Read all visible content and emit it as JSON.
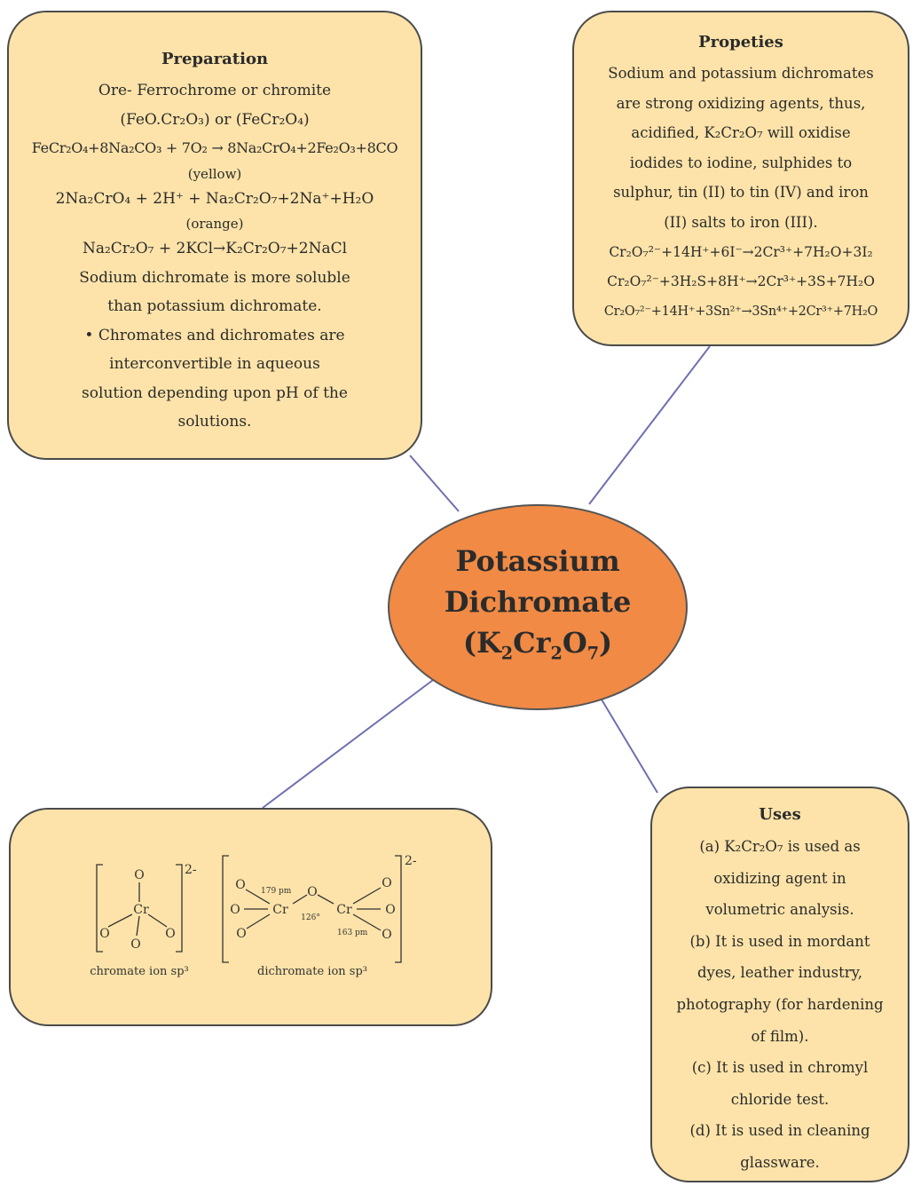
{
  "center": {
    "line1": "Potassium",
    "line2": "Dichromate",
    "formula_open": "(K",
    "formula_k_sub": "2",
    "formula_cr": "Cr",
    "formula_cr_sub": "2",
    "formula_o": "O",
    "formula_o_sub": "7",
    "formula_close": ")"
  },
  "preparation": {
    "title": "Preparation",
    "lines": [
      "Ore- Ferrochrome or chromite",
      "(FeO.Cr₂O₃) or (FeCr₂O₄)",
      "FeCr₂O₄+8Na₂CO₃ + 7O₂ → 8Na₂CrO₄+2Fe₂O₃+8CO",
      "(yellow)",
      "2Na₂CrO₄ + 2H⁺ + Na₂Cr₂O₇+2Na⁺+H₂O",
      "(orange)",
      "Na₂Cr₂O₇ + 2KCl→K₂Cr₂O₇+2NaCl",
      "Sodium dichromate is more soluble",
      "than potassium dichromate.",
      "• Chromates and dichromates are",
      "interconvertible in aqueous",
      "solution depending upon pH of the",
      "solutions."
    ]
  },
  "properties": {
    "title": "Propeties",
    "lines": [
      "Sodium and potassium dichromates",
      "are strong oxidizing agents, thus,",
      "acidified, K₂Cr₂O₇ will oxidise",
      "iodides to iodine, sulphides to",
      "sulphur, tin (II) to tin (IV) and iron",
      "(II) salts to iron (III).",
      "Cr₂O₇²⁻+14H⁺+6I⁻→2Cr³⁺+7H₂O+3I₂",
      "Cr₂O₇²⁻+3H₂S+8H⁺→2Cr³⁺+3S+7H₂O",
      "Cr₂O₇²⁻+14H⁺+3Sn²⁺→3Sn⁴⁺+2Cr³⁺+7H₂O"
    ]
  },
  "uses": {
    "title": "Uses",
    "lines": [
      "(a) K₂Cr₂O₇ is used as",
      "oxidizing agent in",
      "volumetric analysis.",
      "(b) It is used in mordant",
      "dyes, leather industry,",
      "photography (for hardening",
      "of film).",
      "(c) It is used in chromyl",
      "chloride test.",
      "(d) It is used in cleaning",
      "glassware."
    ]
  },
  "structures": {
    "chromate_caption": "chromate ion sp³",
    "dichromate_caption": "dichromate ion sp³",
    "charge_chromate": "2-",
    "charge_dichromate": "2-",
    "atom_cr": "Cr",
    "atom_o": "O",
    "bond_length_bridge": "179 pm",
    "bond_angle": "126°",
    "bond_length_terminal": "163 pm"
  }
}
